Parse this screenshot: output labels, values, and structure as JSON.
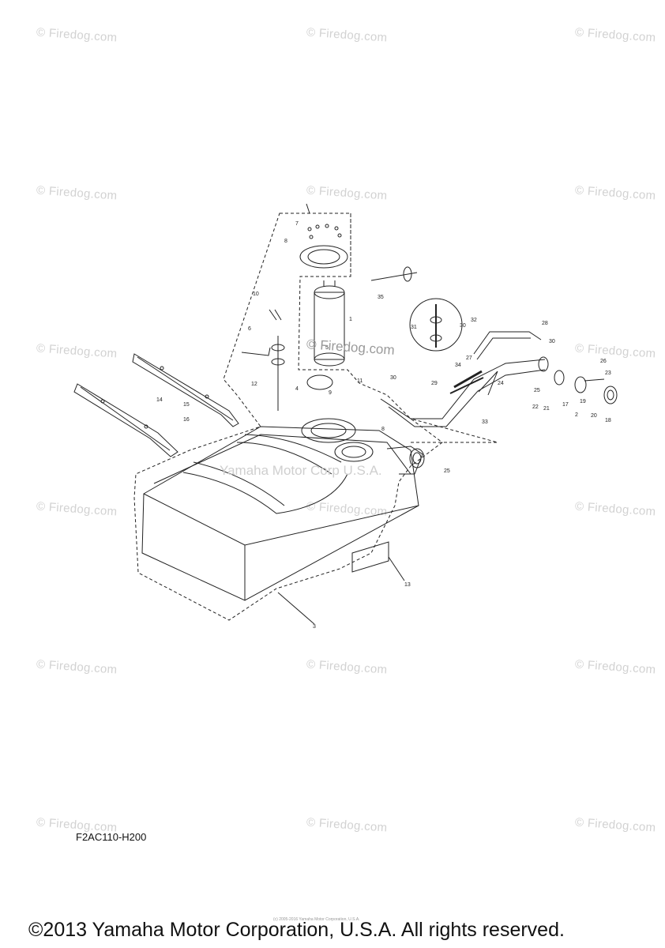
{
  "watermark": "© Firedog.com",
  "center_watermark": "© Firedog.com",
  "corp_watermark": "Yamaha Motor Corp U.S.A.",
  "diagram_code": "F2AC110-H200",
  "copyright": "©2013 Yamaha Motor Corporation, U.S.A. All rights reserved.",
  "small_print": "(c) 2005-2016 Yamaha Motor Corporation, U.S.A.",
  "callouts": [
    "1",
    "2",
    "3",
    "4",
    "5",
    "6",
    "7",
    "8",
    "9",
    "10",
    "11",
    "12",
    "13",
    "14",
    "15",
    "16",
    "17",
    "18",
    "19",
    "20",
    "21",
    "22",
    "23",
    "24",
    "25",
    "26",
    "27",
    "28",
    "29",
    "30",
    "31",
    "32",
    "33",
    "34",
    "35"
  ]
}
